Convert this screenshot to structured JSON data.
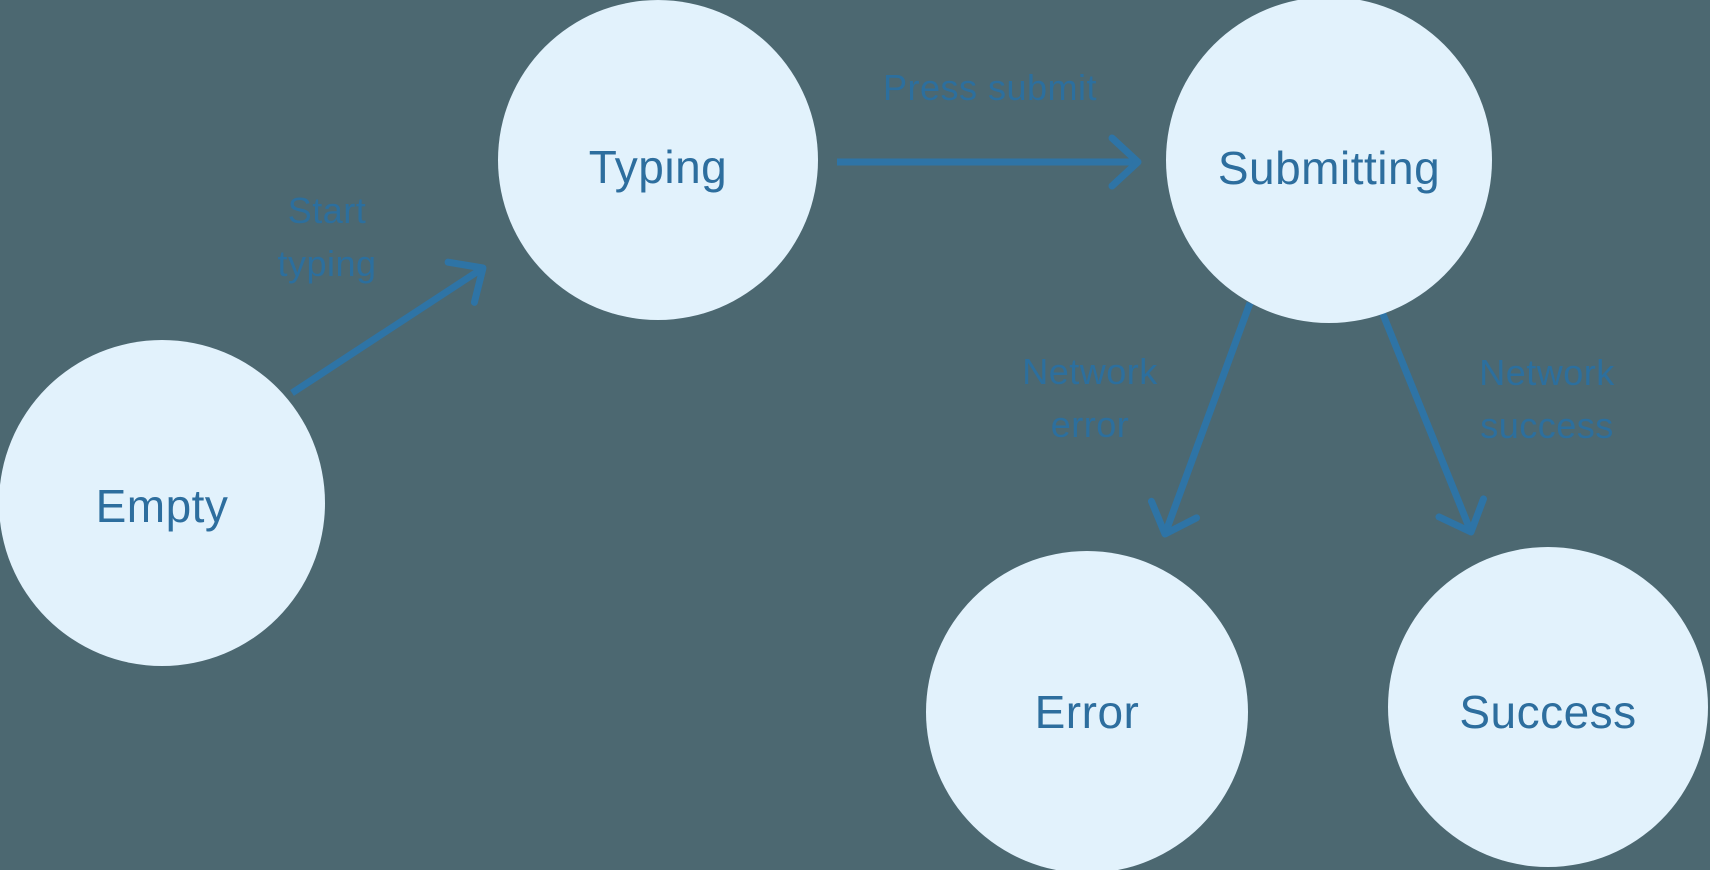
{
  "diagram": {
    "type": "state-machine",
    "background_color": "#4C6871",
    "node_fill_color": "#E2F2FC",
    "node_text_color": "#2D6E9E",
    "arrow_color": "#2E74A6",
    "edge_label_color": "#2C6F9E",
    "states": [
      {
        "id": "empty",
        "label": "Empty"
      },
      {
        "id": "typing",
        "label": "Typing"
      },
      {
        "id": "submitting",
        "label": "Submitting"
      },
      {
        "id": "error",
        "label": "Error"
      },
      {
        "id": "success",
        "label": "Success"
      }
    ],
    "transitions": [
      {
        "from": "empty",
        "to": "typing",
        "label": "Start typing",
        "label_lines": [
          "Start",
          "typing"
        ]
      },
      {
        "from": "typing",
        "to": "submitting",
        "label": "Press submit",
        "label_lines": [
          "Press submit"
        ]
      },
      {
        "from": "submitting",
        "to": "error",
        "label": "Network error",
        "label_lines": [
          "Network",
          "error"
        ]
      },
      {
        "from": "submitting",
        "to": "success",
        "label": "Network success",
        "label_lines": [
          "Network",
          "success"
        ]
      }
    ]
  }
}
